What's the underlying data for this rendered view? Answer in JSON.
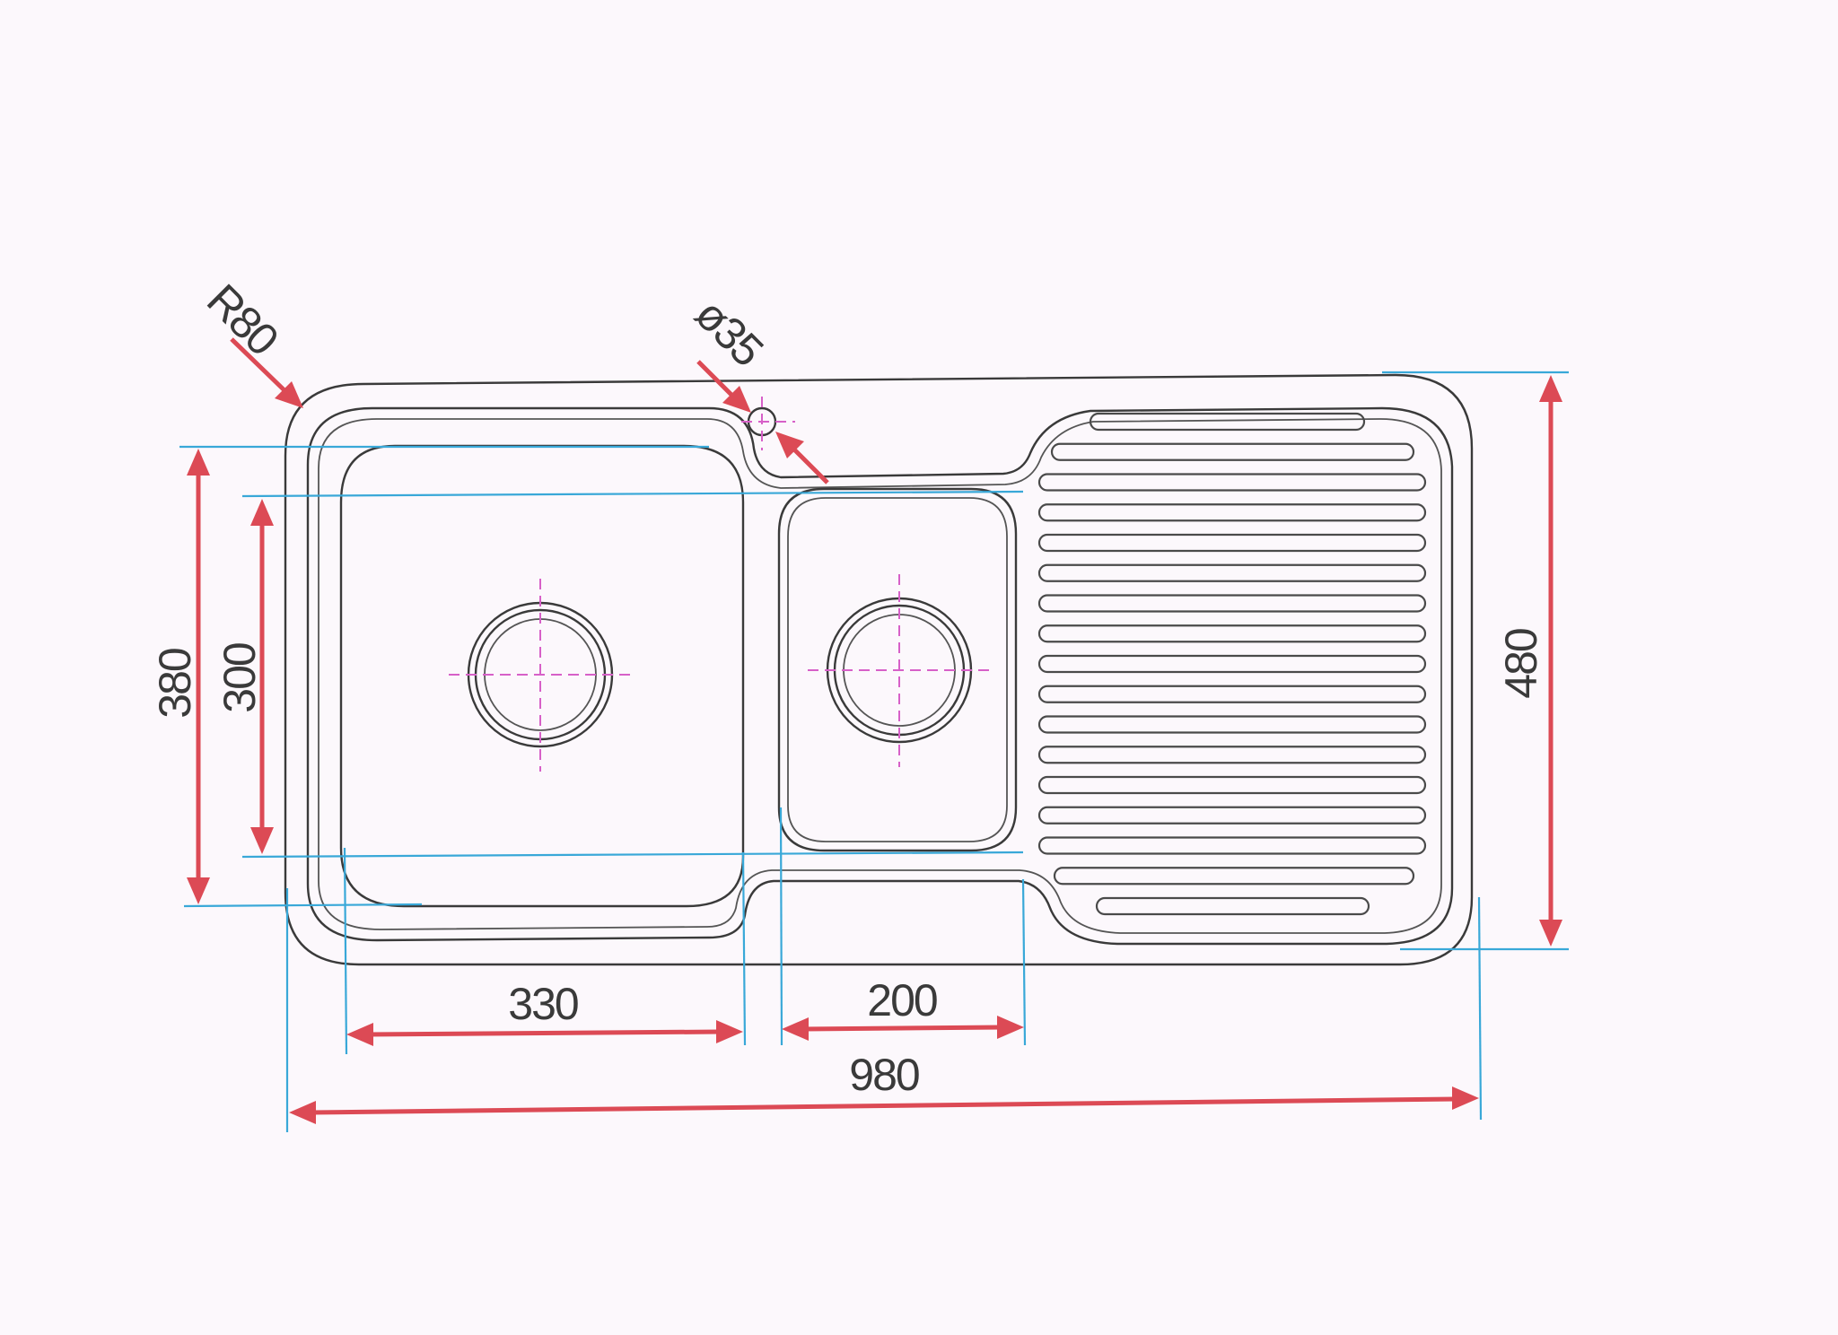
{
  "dimensions": {
    "corner_radius": "R80",
    "tap_hole": "ø35",
    "bowl_outer_height": "380",
    "bowl_inner_height": "300",
    "overall_height": "480",
    "main_bowl_width": "330",
    "small_bowl_width": "200",
    "overall_width": "980"
  },
  "drainer": {
    "groove_count": 17
  },
  "colors": {
    "outline": "#3a3a3a",
    "dimension_line": "#dc4a55",
    "extension_line": "#39a8d8",
    "centre_line": "#d760c8"
  }
}
